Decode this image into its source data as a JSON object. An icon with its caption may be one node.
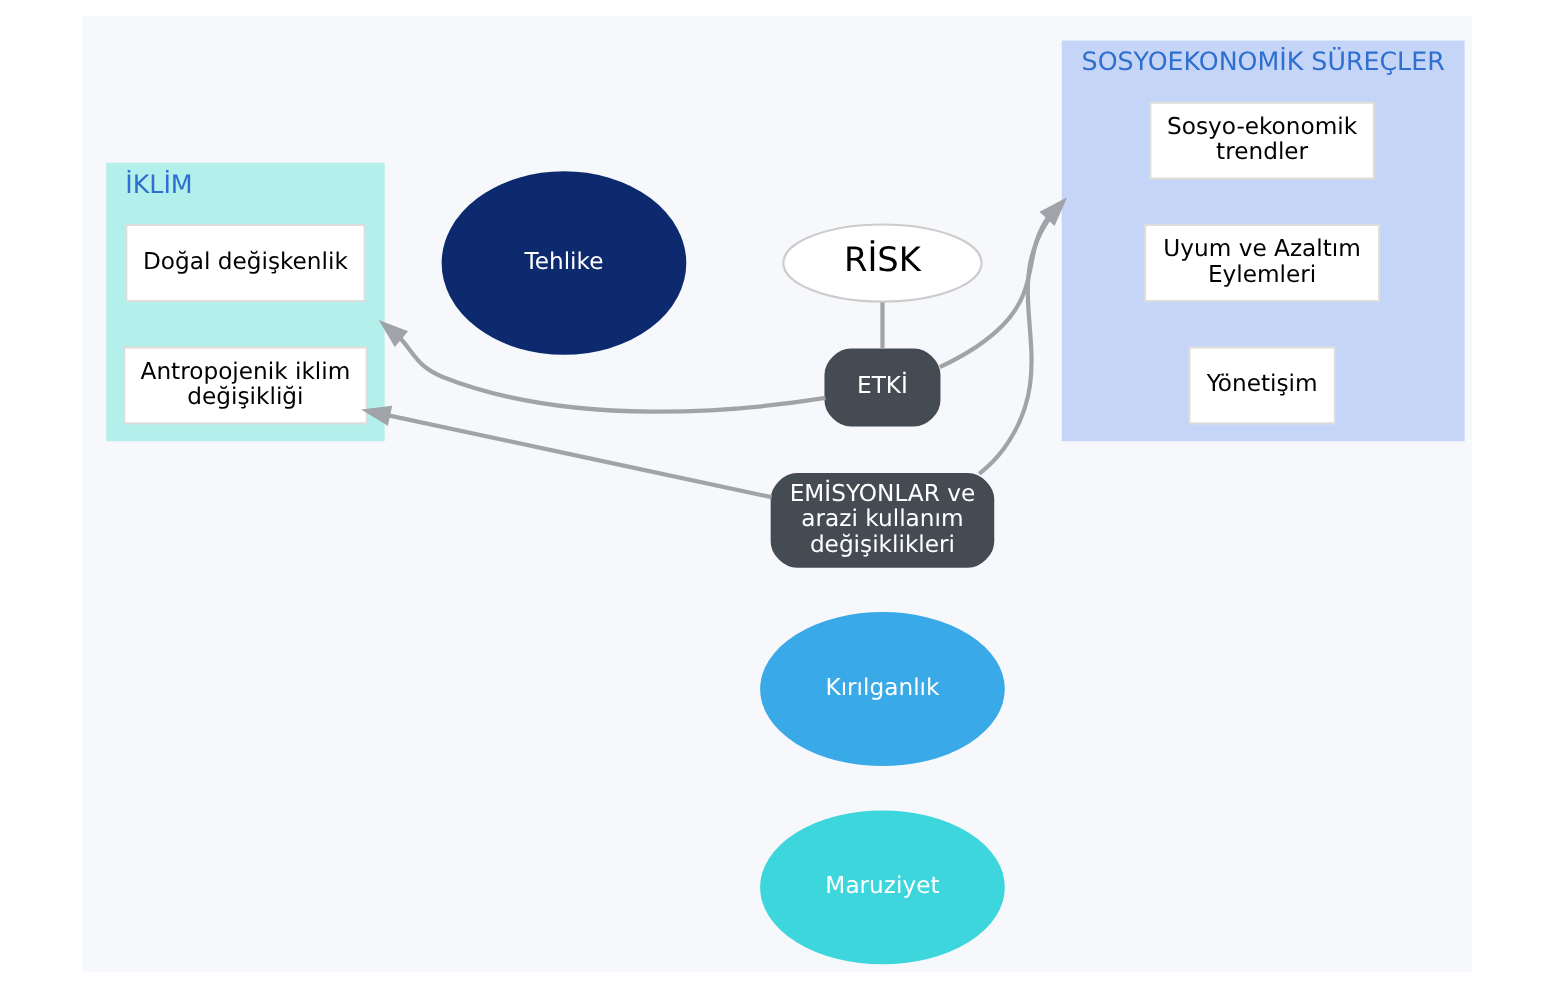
{
  "diagram": {
    "nodes": [
      {
        "text": [
          "İKLİM"
        ]
      },
      {
        "text": [
          "Doğal değişkenlik"
        ],
        "in": 0
      },
      {
        "text": [
          "Antropojenik iklim değişikliği"
        ],
        "in": 0
      },
      {
        "text": [
          "ETKİ"
        ]
      },
      {
        "text": [
          "Tehlike"
        ]
      },
      {
        "text": [
          "Kırılganlık"
        ]
      },
      {
        "text": [
          "RİSK"
        ]
      },
      {
        "text": [
          "Maruziyet"
        ]
      },
      {
        "text": [
          "SOSYOEKONOMİK SÜREÇLER"
        ]
      },
      {
        "text": [
          "Sosyo-ekonomik trendler"
        ],
        "in": 8
      },
      {
        "text": [
          "Uyum ve Azaltım Eylemleri"
        ],
        "in": 8
      },
      {
        "text": [
          "Yönetişim"
        ],
        "in": 8
      },
      {
        "text": [
          "EMİSYONLAR ve arazi kullanım değişiklikleri"
        ]
      }
    ],
    "edges": [
      {
        "from": 3,
        "to": 0,
        "arrow": "to"
      },
      {
        "from": 3,
        "to": 8,
        "arrow": "to"
      },
      {
        "from": 3,
        "to": 6,
        "arrow": "none"
      },
      {
        "from": 8,
        "to": 12,
        "arrow": "none"
      },
      {
        "from": 12,
        "to": 2,
        "arrow": "to"
      }
    ]
  }
}
